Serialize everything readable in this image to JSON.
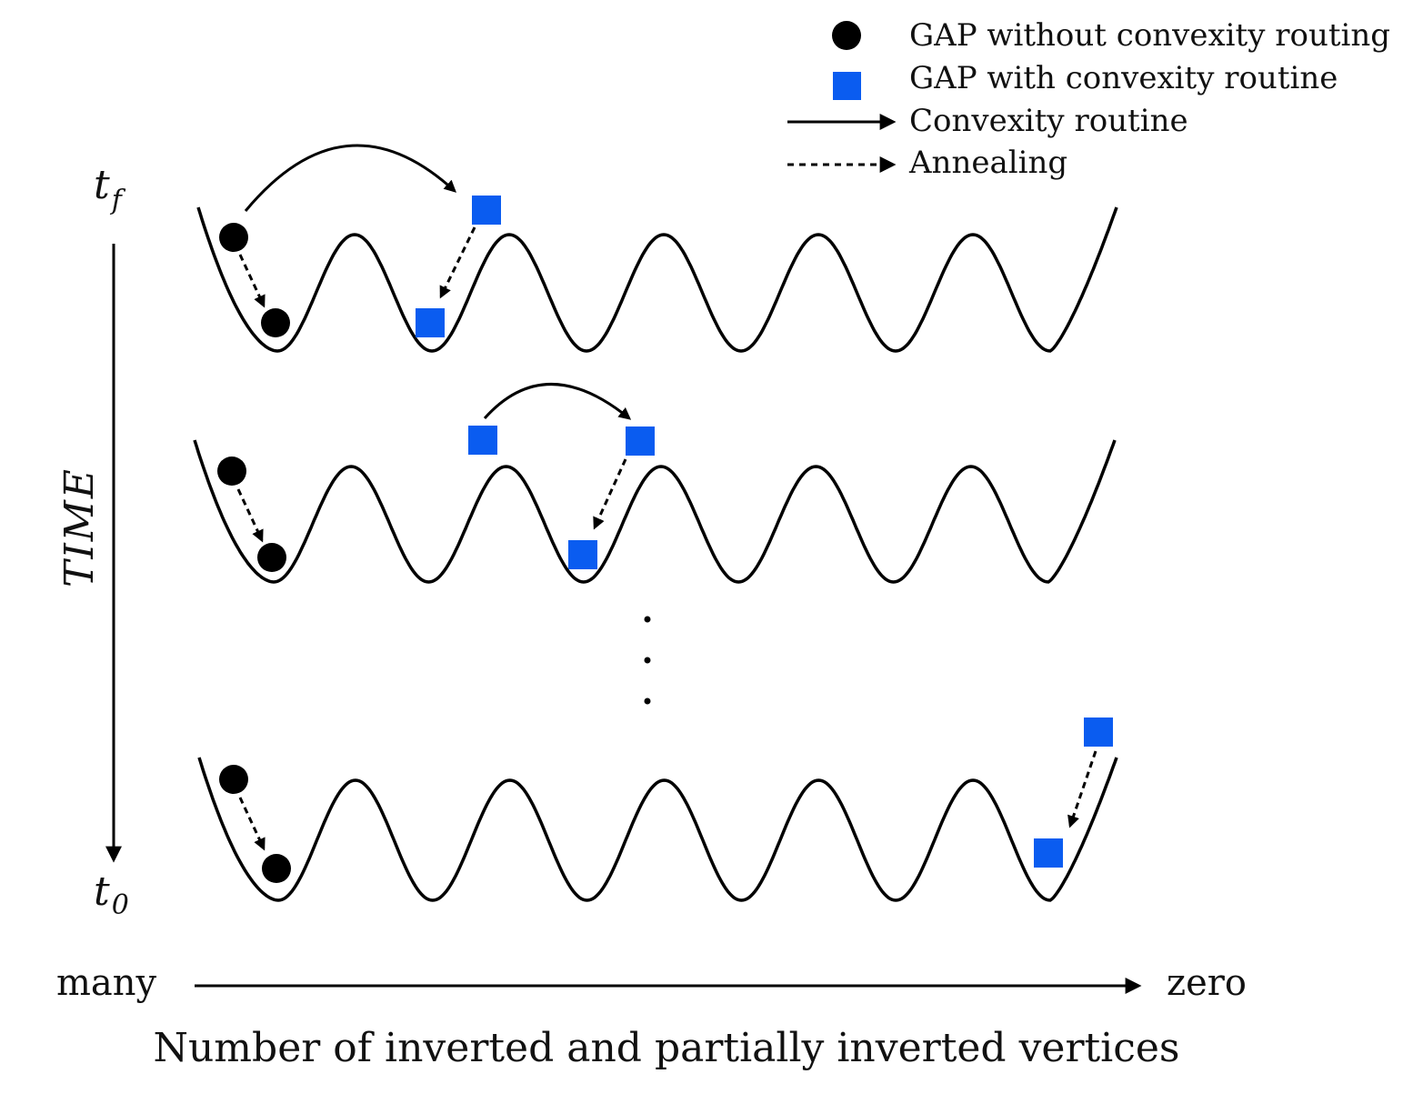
{
  "legend": {
    "items": [
      {
        "marker": "circle",
        "label": "GAP without convexity routing"
      },
      {
        "marker": "square",
        "label": "GAP with convexity routine"
      },
      {
        "marker": "solid-arrow",
        "label": "Convexity routine"
      },
      {
        "marker": "dashed-arrow",
        "label": "Annealing"
      }
    ]
  },
  "time_axis": {
    "label": "TIME",
    "top_label": "t",
    "top_sub": "f",
    "bottom_label": "t",
    "bottom_sub": "0"
  },
  "x_axis": {
    "left_label": "many",
    "right_label": "zero",
    "title": "Number of inverted and partially inverted vertices"
  },
  "colors": {
    "circle": "#000000",
    "square": "#0a5cf0",
    "line": "#000000"
  },
  "ellipsis": "⋮"
}
